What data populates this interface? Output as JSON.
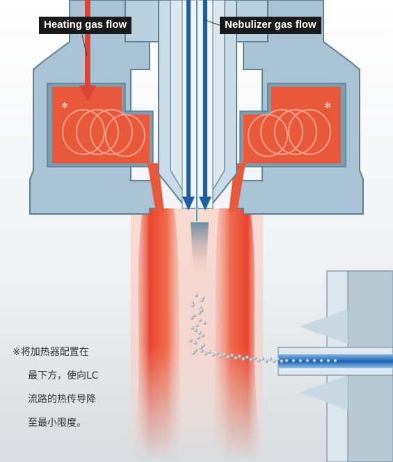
{
  "labels": {
    "heating_gas_flow": "Heating gas flow",
    "nebulizer_gas_flow": "Nebulizer gas flow"
  },
  "note": {
    "lines": [
      "※将加热器配置在",
      "最下方，使向LC",
      "流路的热传导降",
      "至最小限度。"
    ]
  },
  "colors": {
    "metal": "#a9c3d4",
    "metal_edge": "#5f7f93",
    "heater": "#e8583a",
    "flow_arrow": "#1f5f9f",
    "plume": "#e8452d",
    "label_bg": "#1a1a1a"
  }
}
